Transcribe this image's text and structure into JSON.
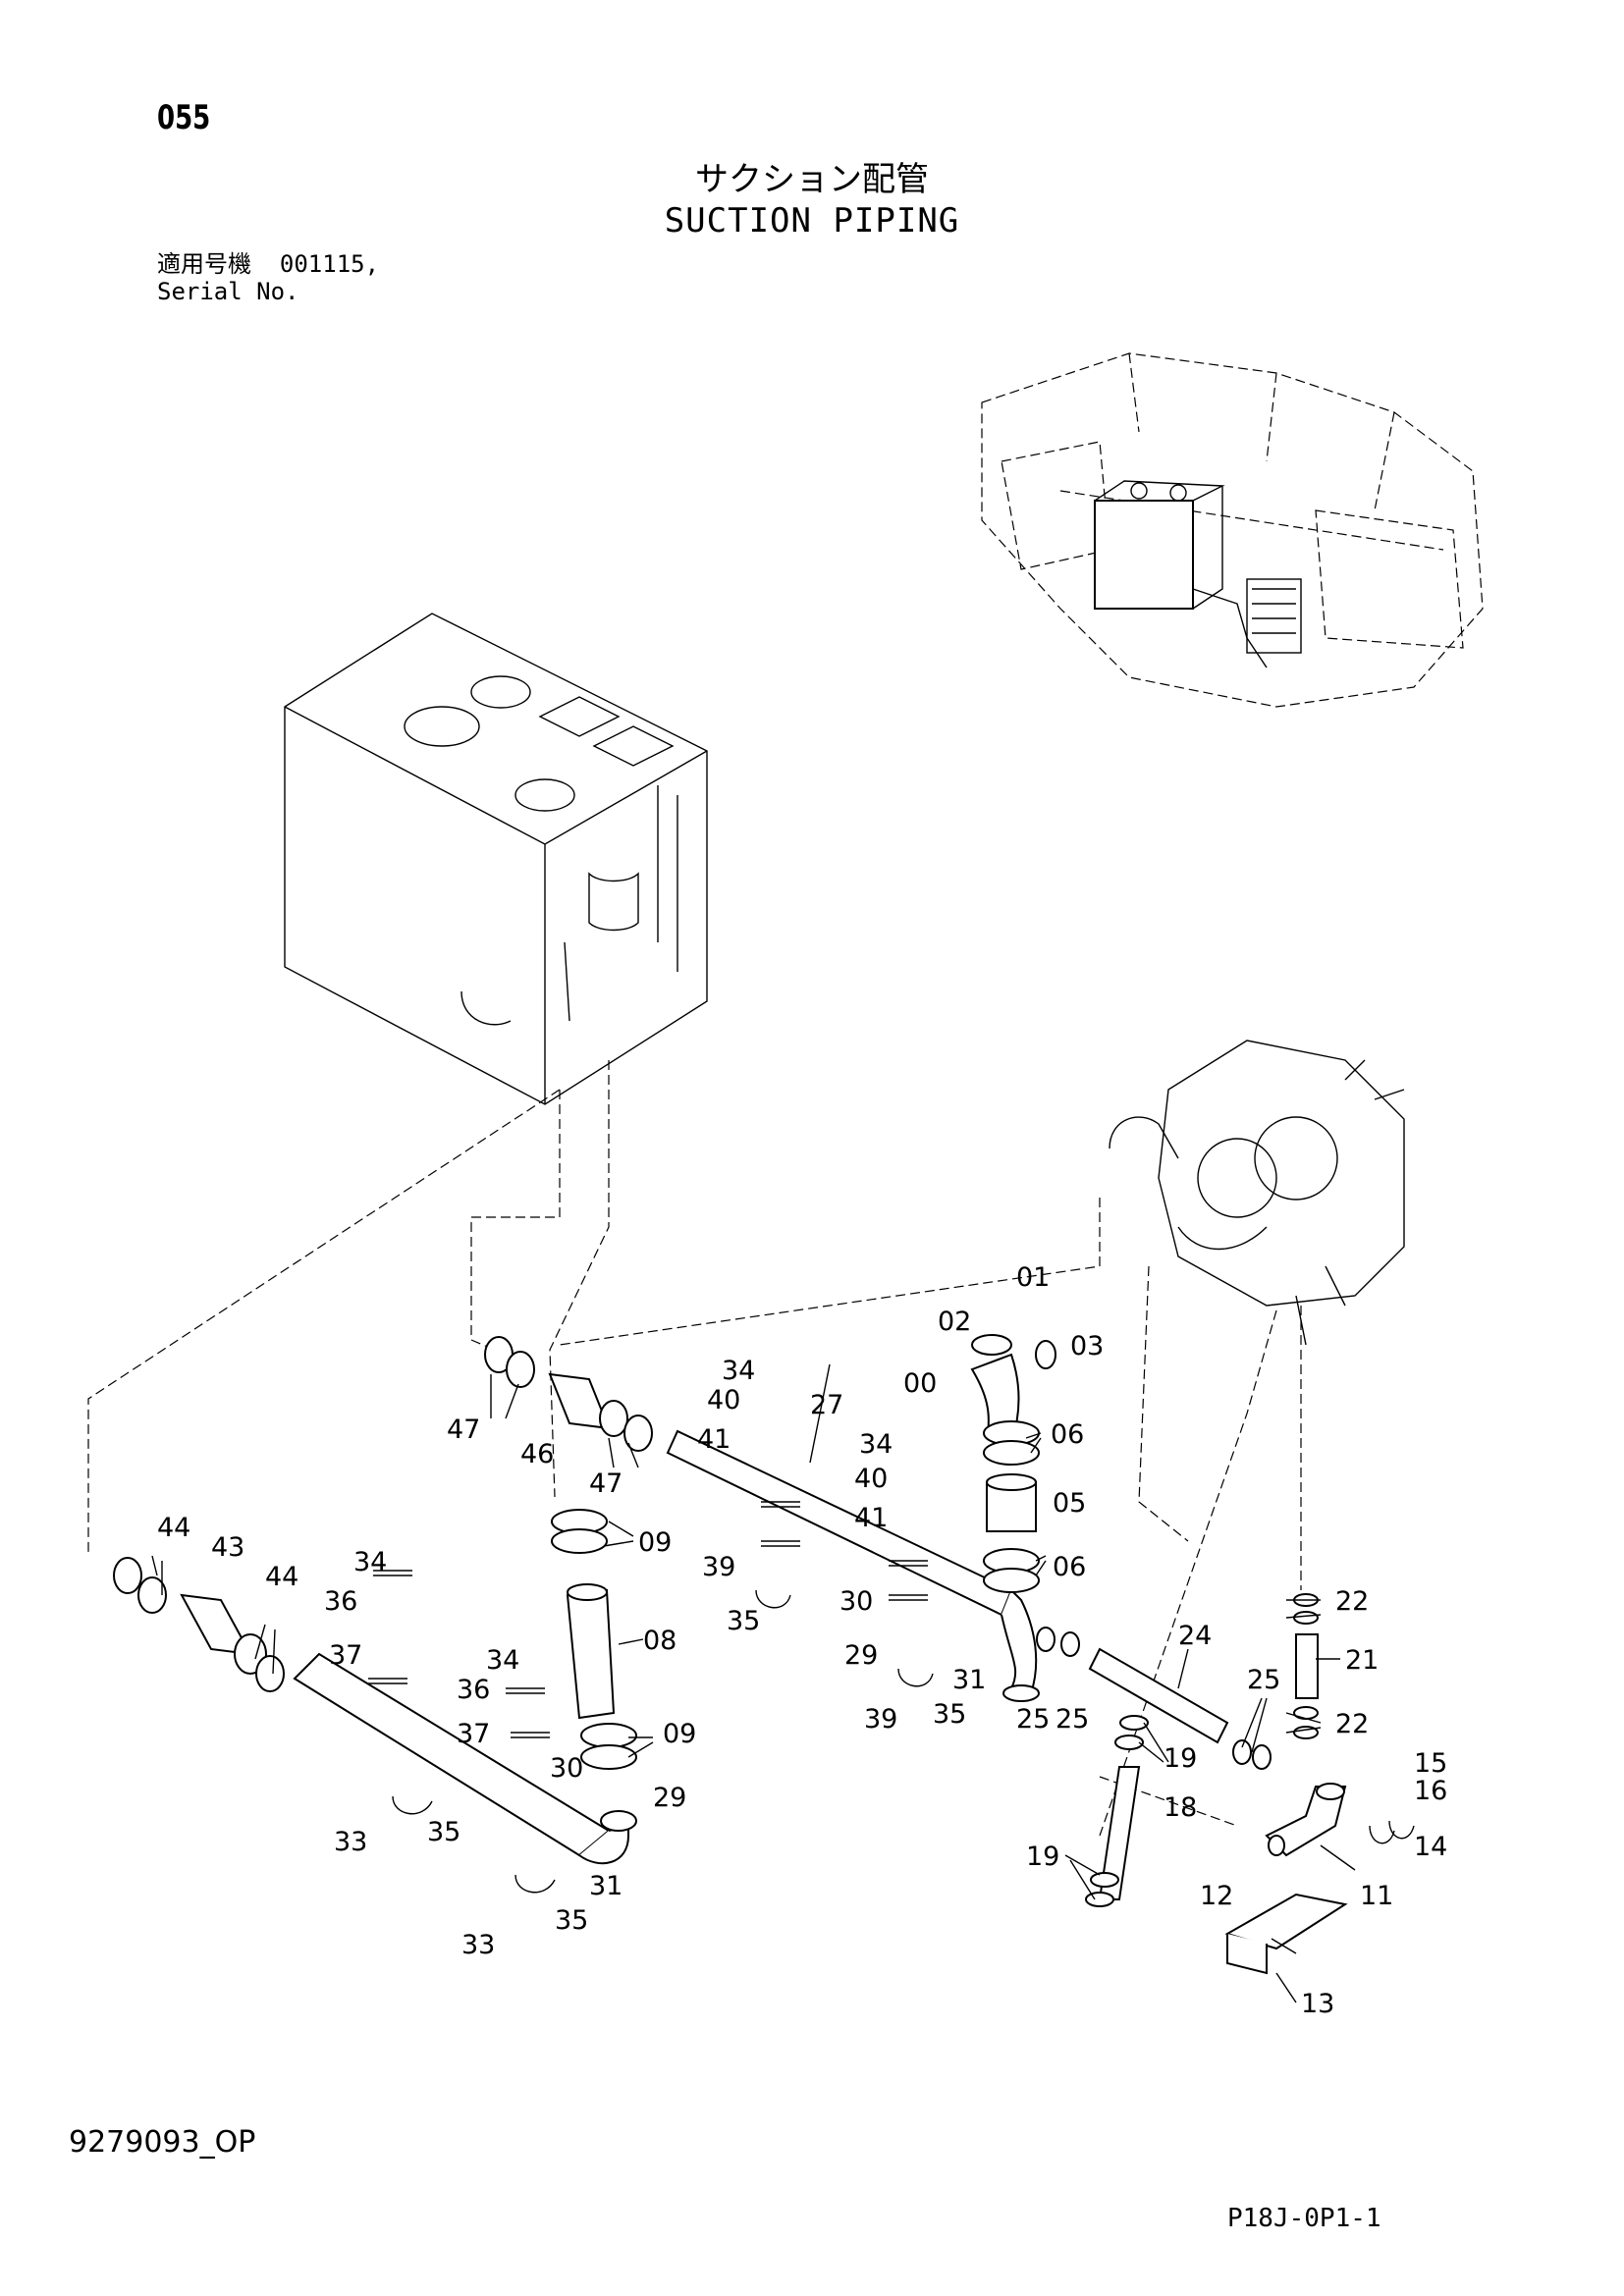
{
  "header": {
    "page_number": "055",
    "title_jp": "サクション配管",
    "title_en": "SUCTION PIPING",
    "serial_label_jp": "適用号機",
    "serial_value": "001115,",
    "serial_label_en": "Serial No."
  },
  "footer": {
    "document_code": "9279093_OP",
    "sheet_code": "P18J-0P1-1"
  },
  "part_labels": [
    "00",
    "01",
    "02",
    "03",
    "05",
    "06",
    "06",
    "08",
    "09",
    "09",
    "11",
    "12",
    "13",
    "14",
    "15",
    "16",
    "18",
    "19",
    "19",
    "21",
    "22",
    "22",
    "24",
    "25",
    "25",
    "25",
    "27",
    "29",
    "29",
    "30",
    "30",
    "31",
    "31",
    "33",
    "33",
    "34",
    "34",
    "34",
    "34",
    "35",
    "35",
    "35",
    "35",
    "36",
    "36",
    "37",
    "37",
    "39",
    "39",
    "40",
    "40",
    "41",
    "41",
    "43",
    "44",
    "44",
    "46",
    "47",
    "47"
  ]
}
